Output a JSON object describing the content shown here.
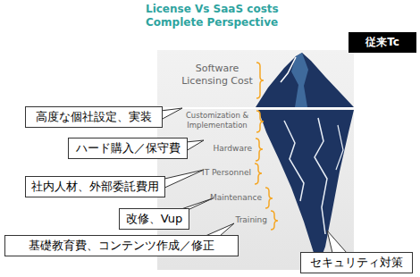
{
  "diagram": {
    "title": "License Vs SaaS costs Complete Perspective",
    "nodes": [
      {
        "text": [
          "従来Tc"
        ]
      },
      {
        "text": [
          "高度な個社設定、実装"
        ]
      },
      {
        "text": [
          "ハード購入／保守費"
        ]
      },
      {
        "text": [
          "社内人材、外部委託費用"
        ]
      },
      {
        "text": [
          "改修、Vup"
        ]
      },
      {
        "text": [
          "基礎教育費、コンテンツ作成／修正"
        ]
      },
      {
        "text": [
          "セキュリティ対策"
        ]
      }
    ],
    "labels": [
      "Software Licensing Cost",
      "Customization & Implementation",
      "Hardware",
      "IT Personnel",
      "Maintenance",
      "Training"
    ]
  }
}
